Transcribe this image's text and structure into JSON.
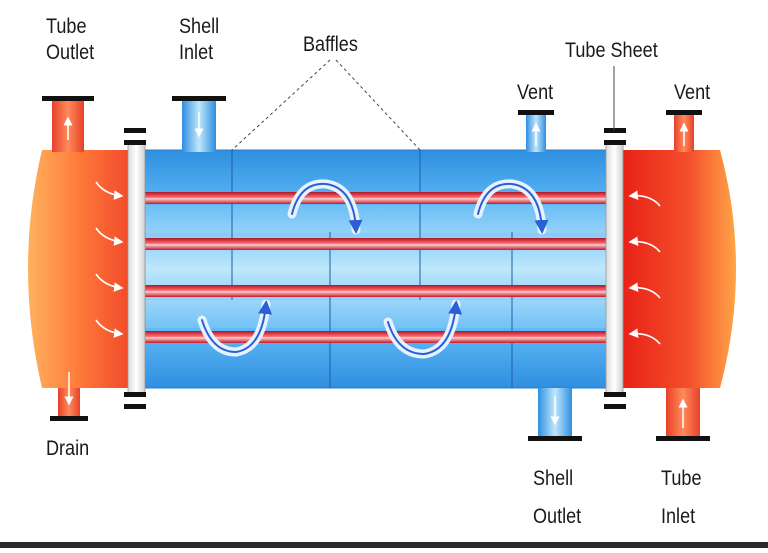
{
  "labels": {
    "tube_outlet_line1": "Tube",
    "tube_outlet_line2": "Outlet",
    "shell_inlet_line1": "Shell",
    "shell_inlet_line2": "Inlet",
    "baffles": "Baffles",
    "tube_sheet": "Tube Sheet",
    "vent_left": "Vent",
    "vent_right": "Vent",
    "drain": "Drain",
    "shell_outlet_line1": "Shell",
    "shell_outlet_line2": "Outlet",
    "tube_inlet_line1": "Tube",
    "tube_inlet_line2": "Inlet"
  },
  "colors": {
    "hot_fluid": "#f04a2a",
    "hot_light": "#ff9a50",
    "shell_fluid": "#3aa6ee",
    "shell_light": "#a8ddfa",
    "tube_red": "#e53935",
    "flange": "#111111"
  }
}
